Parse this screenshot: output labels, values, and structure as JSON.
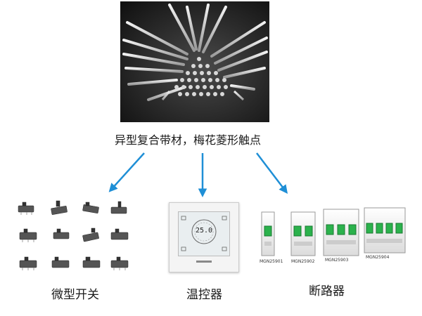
{
  "source": {
    "title": "异型复合带材，梅花菱形触点"
  },
  "targets": [
    {
      "label": "微型开关"
    },
    {
      "label": "温控器",
      "display": "25.0"
    },
    {
      "label": "断路器",
      "models": [
        "MGN25901",
        "MGN25902",
        "MGN25903",
        "MGN25904"
      ]
    }
  ],
  "colors": {
    "arrow": "#1f8fd6"
  }
}
